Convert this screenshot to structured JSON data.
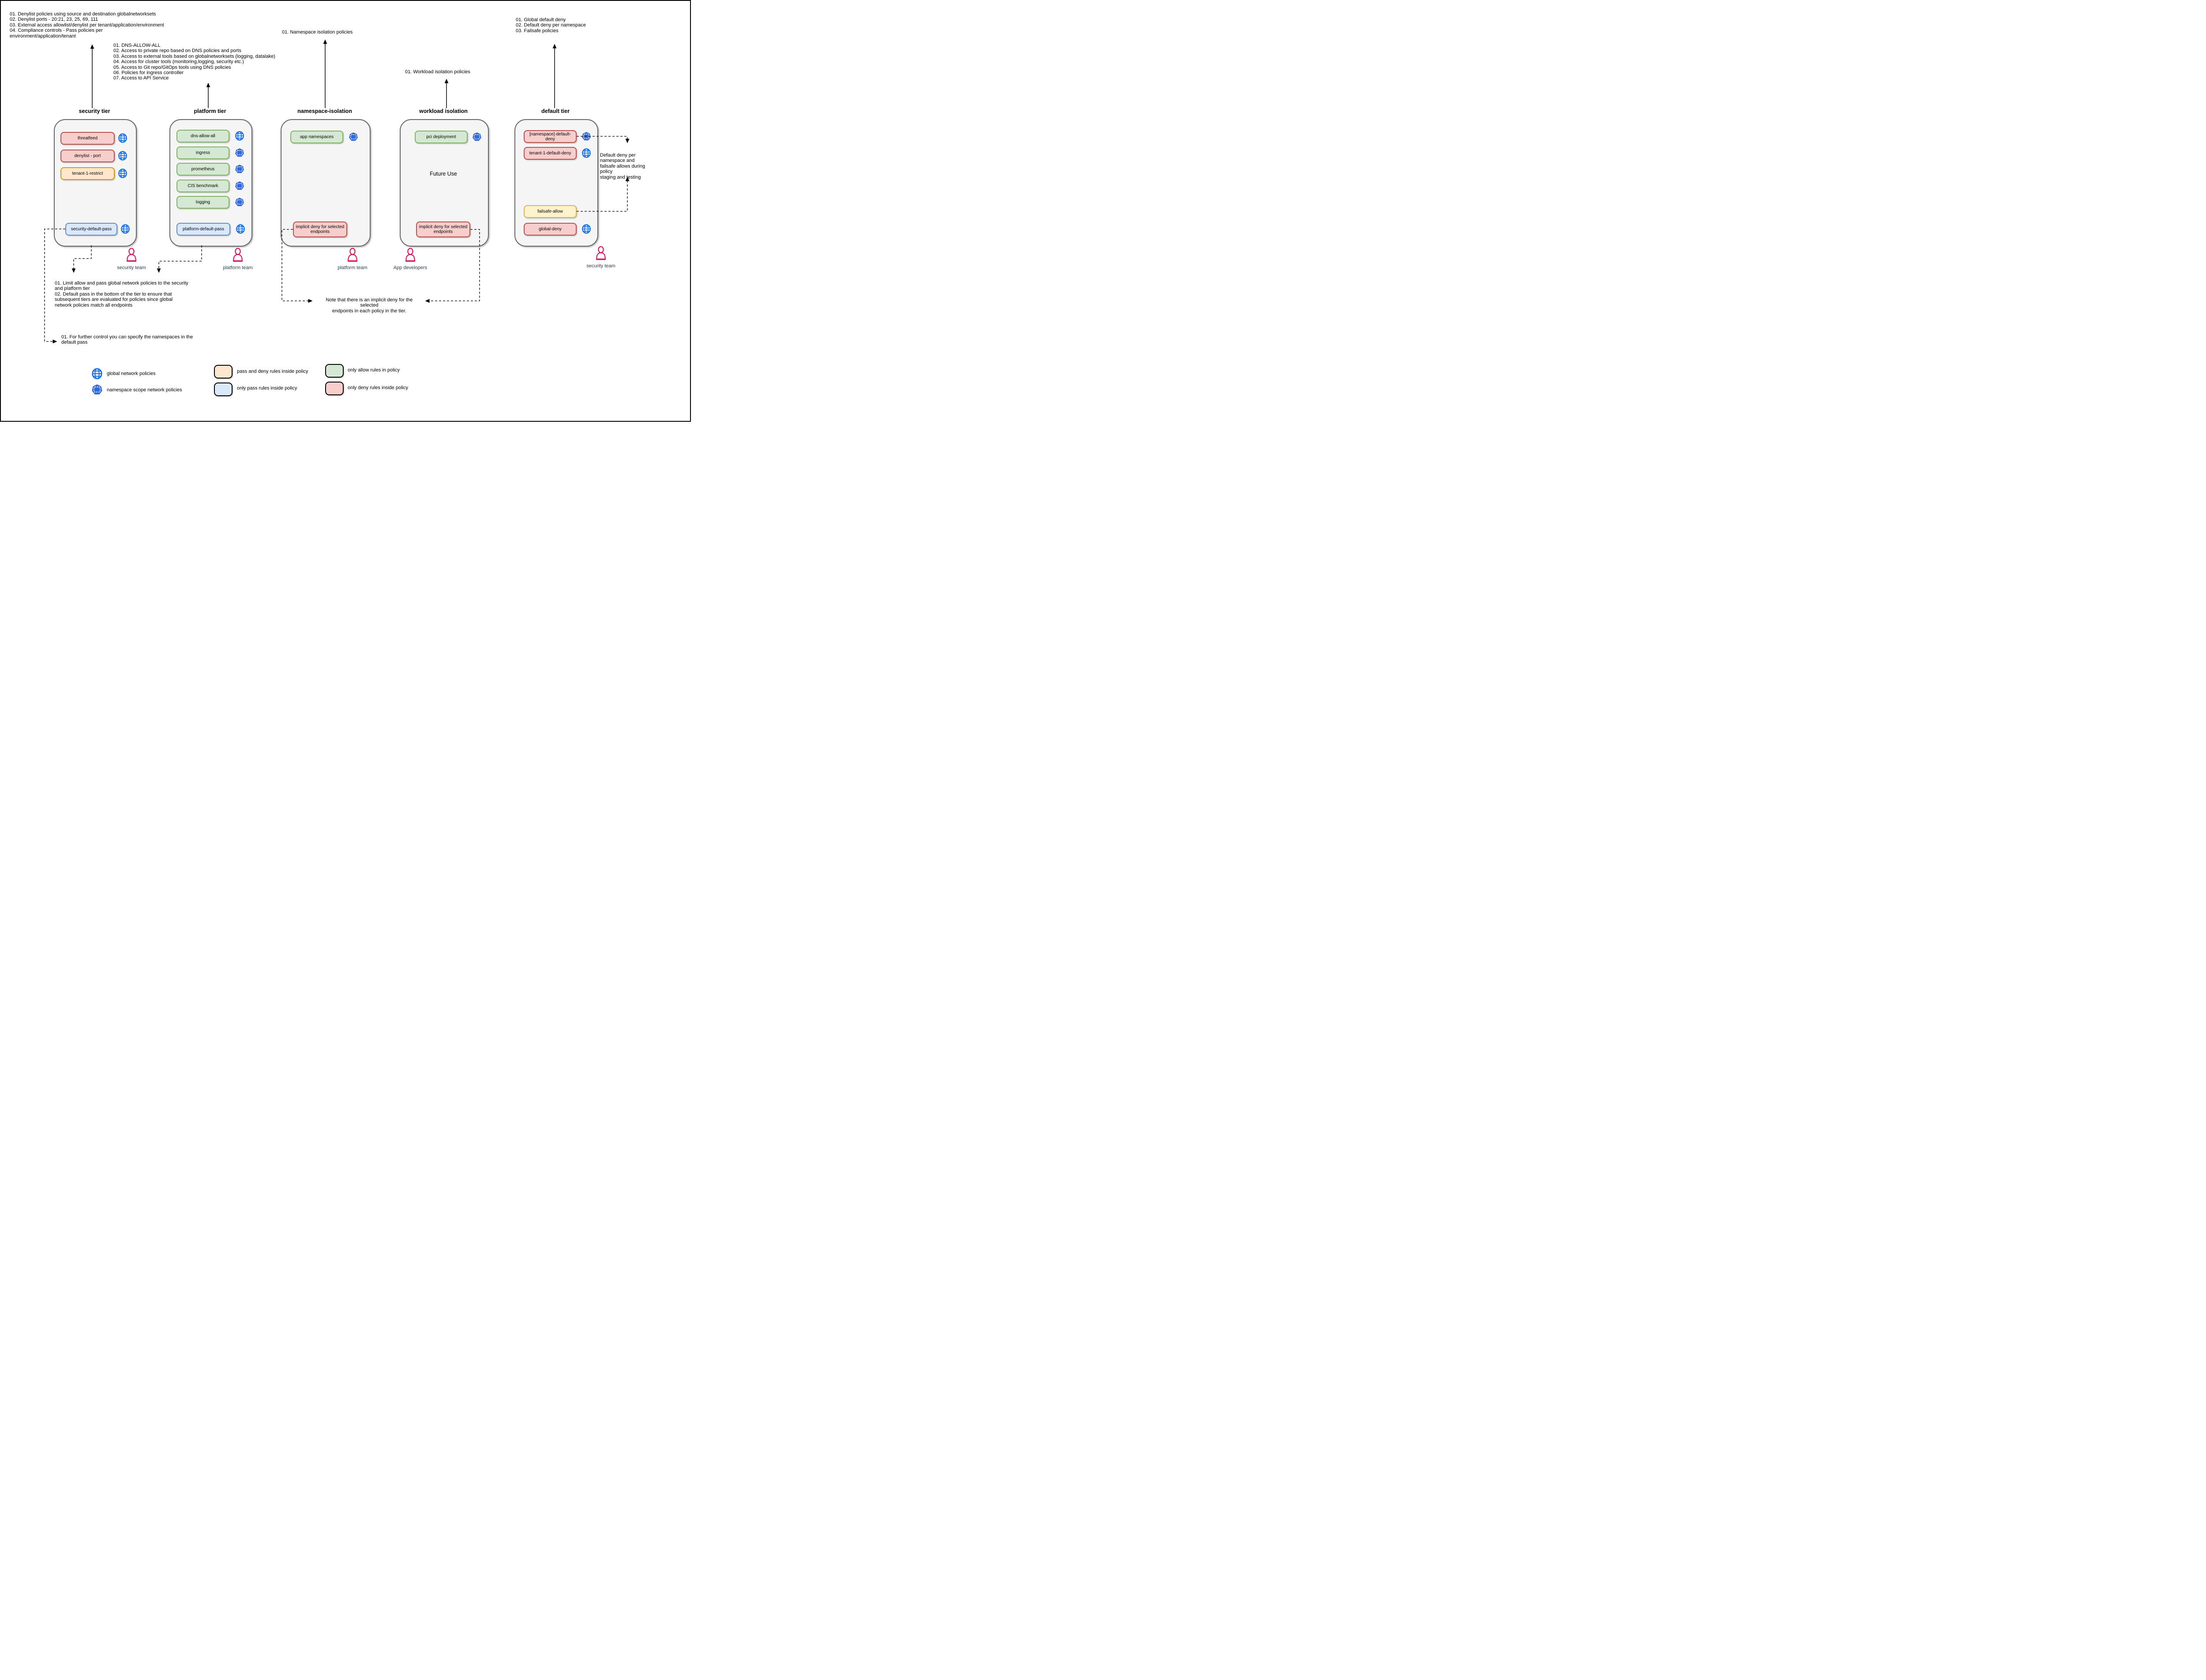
{
  "notes": {
    "security_tier_notes": "01. Denylist policies using source and destination globalnetworksets\n02. Denylist ports - 20:21, 23, 25, 69, 111\n03. External access allowlist/denylist per tenant/application/environment\n04. Compliance controls - Pass policies per\nenvironment/application/tenant",
    "platform_tier_notes": "01. DNS-ALLOW-ALL\n02. Access to private repo based on DNS policies and ports\n03. Access to external tools based on globalnetworksets (logging, datalake)\n04. Access for cluster tools (monitoring,logging, security etc.)\n05. Access to Git repo/GitOps tools using DNS policies\n06. Policies for ingress controller\n07. Access to API Service",
    "namespace_tier_note": "01. Namespace isolation policies",
    "workload_tier_note": "01. Workload isolation policies",
    "default_tier_notes": "01. Global default deny\n02. Default deny per namespace\n03. Failsafe policies",
    "limit_note": "01. Limit allow and pass global network policies to the security\nand platform tier\n02. Default pass in the bottom of the tier to ensure that\nsubsequent tiers are evaluated for policies since global\nnetwork policies match all endpoints",
    "further_control_note": "01. For further control you can specify the namespaces in the\ndefault pass",
    "implicit_deny_note": "Note that there is an implicit deny for the selected\nendpoints in each policy in the tier.",
    "staging_note": "Default deny per namespace and\nfailsafe allows during policy\nstaging and testing"
  },
  "tiers": {
    "security": {
      "title": "security tier",
      "policies": [
        {
          "label": "threatfeed",
          "rules": "only deny rules inside policy",
          "scope": "global"
        },
        {
          "label": "denylist - port",
          "rules": "only deny rules inside policy",
          "scope": "global"
        },
        {
          "label": "tenant-1-restrict",
          "rules": "pass and deny rules inside policy",
          "scope": "global"
        },
        {
          "label": "security-default-pass",
          "rules": "only pass rules inside policy",
          "scope": "global"
        }
      ]
    },
    "platform": {
      "title": "platform tier",
      "policies": [
        {
          "label": "dns-allow-all",
          "rules": "only allow rules in policy",
          "scope": "global"
        },
        {
          "label": "ingress",
          "rules": "only allow rules in policy",
          "scope": "namespace"
        },
        {
          "label": "prometheus",
          "rules": "only allow rules in policy",
          "scope": "namespace"
        },
        {
          "label": "CIS benchmark",
          "rules": "only allow rules in policy",
          "scope": "namespace"
        },
        {
          "label": "logging",
          "rules": "only allow rules in policy",
          "scope": "namespace"
        },
        {
          "label": "platform-default-pass",
          "rules": "only pass rules inside policy",
          "scope": "global"
        }
      ]
    },
    "namespace": {
      "title": "namespace-isolation",
      "policies": [
        {
          "label": "app namespaces",
          "rules": "only allow rules in policy",
          "scope": "namespace"
        },
        {
          "label": "implicit deny for selected endpoints",
          "rules": "only deny rules inside policy",
          "scope": ""
        }
      ]
    },
    "workload": {
      "title": "workload isolation",
      "future_label": "Future Use",
      "policies": [
        {
          "label": "pci deployment",
          "rules": "only allow rules in policy",
          "scope": "namespace"
        },
        {
          "label": "implicit deny for selected endpoints",
          "rules": "only deny rules inside policy",
          "scope": ""
        }
      ]
    },
    "default": {
      "title": "default tier",
      "policies": [
        {
          "label": "[namespace]-default-deny",
          "rules": "only deny rules inside policy",
          "scope": "namespace"
        },
        {
          "label": "tenant-1-default-deny",
          "rules": "only deny rules inside policy",
          "scope": "global"
        },
        {
          "label": "failsafe-allow",
          "rules": "pass and deny rules inside policy",
          "scope": ""
        },
        {
          "label": "global-deny",
          "rules": "only deny rules inside policy",
          "scope": "global"
        }
      ]
    }
  },
  "teams": [
    {
      "label": "security team"
    },
    {
      "label": "platform team"
    },
    {
      "label": "platform team"
    },
    {
      "label": "App developers"
    },
    {
      "label": "security team"
    }
  ],
  "legend": {
    "global_policies": "global network policies",
    "namespace_policies": "namespace scope network policies",
    "pass_deny": "pass and deny rules inside policy",
    "only_pass": "only pass rules inside policy",
    "only_allow": "only allow rules in policy",
    "only_deny": "only deny rules inside policy"
  },
  "colors": {
    "deny_fill": "#f8cecc",
    "deny_stroke": "#b85450",
    "pass_deny_fill": "#ffe6cc",
    "pass_deny_stroke": "#d79b00",
    "pass_fill": "#dae8fc",
    "pass_stroke": "#6c8ebf",
    "allow_fill": "#d5e8d4",
    "allow_stroke": "#82b366",
    "failsafe_fill": "#fff2cc",
    "failsafe_stroke": "#d6b656",
    "global_policy_icon": "#1a73e8",
    "namespace_policy_icon": "#3069de",
    "person_icon": "#d81b60",
    "team_label": "#2d3e50",
    "tier_fill": "#f5f5f5",
    "tier_stroke": "#666666"
  }
}
